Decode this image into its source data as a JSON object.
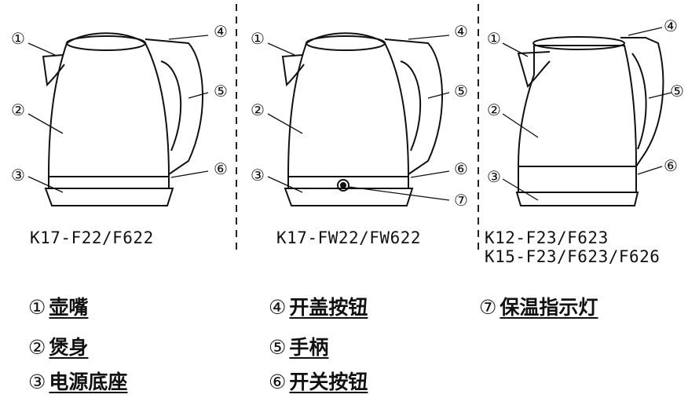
{
  "models": {
    "left": "K17-F22/F622",
    "middle": "K17-FW22/FW622",
    "right_line1": "K12-F23/F623",
    "right_line2": "K15-F23/F623/F626"
  },
  "callout_numbers": [
    "①",
    "②",
    "③",
    "④",
    "⑤",
    "⑥",
    "⑦"
  ],
  "legend": [
    {
      "num": "①",
      "label": "壶嘴"
    },
    {
      "num": "②",
      "label": "煲身"
    },
    {
      "num": "③",
      "label": "电源底座"
    },
    {
      "num": "④",
      "label": "开盖按钮"
    },
    {
      "num": "⑤",
      "label": "手柄"
    },
    {
      "num": "⑥",
      "label": "开关按钮"
    },
    {
      "num": "⑦",
      "label": "保温指示灯"
    }
  ]
}
